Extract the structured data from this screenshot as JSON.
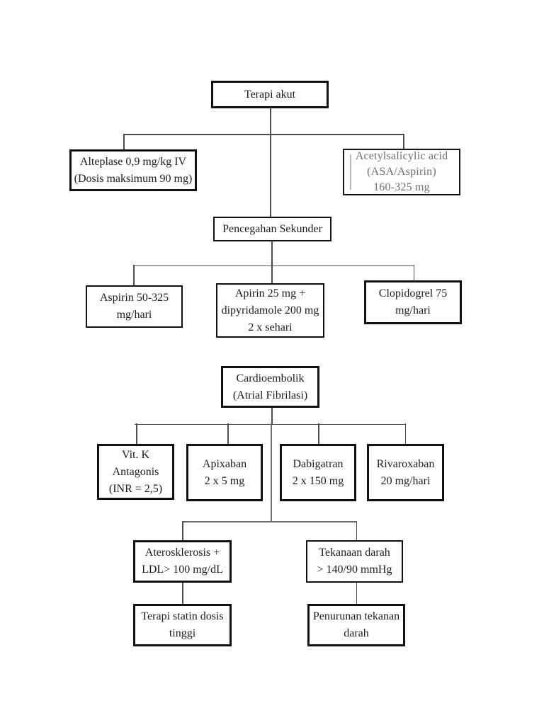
{
  "title": "Terapi akut — alur terapi stroke (flowchart)",
  "colors": {
    "background": "#ffffff",
    "box_border": "#111111",
    "text": "#1c1c1c",
    "muted_text": "#707070",
    "connector": "#4d4d4d"
  },
  "nodes": {
    "terapi_akut": {
      "lines": [
        "Terapi akut"
      ]
    },
    "alteplase": {
      "lines": [
        "Alteplase 0,9 mg/kg IV",
        "(Dosis maksimum 90 mg)"
      ]
    },
    "asa": {
      "lines": [
        "Acetylsalicylic acid",
        "(ASA/Aspirin)",
        "160-325 mg"
      ]
    },
    "pencegahan_sekunder": {
      "lines": [
        "Pencegahan Sekunder"
      ]
    },
    "aspirin": {
      "lines": [
        "Aspirin 50-325",
        "mg/hari"
      ]
    },
    "apirin_dipyridamole": {
      "lines": [
        "Apirin 25 mg +",
        "dipyridamole 200 mg",
        "2 x sehari"
      ]
    },
    "clopidogrel": {
      "lines": [
        "Clopidogrel 75",
        "mg/hari"
      ]
    },
    "cardioembolik": {
      "lines": [
        "Cardioembolik",
        "(Atrial Fibrilasi)"
      ]
    },
    "vit_k_antagonis": {
      "lines": [
        "Vit. K",
        "Antagonis",
        "(INR = 2,5)"
      ]
    },
    "apixaban": {
      "lines": [
        "Apixaban",
        "2 x 5 mg"
      ]
    },
    "dabigatran": {
      "lines": [
        "Dabigatran",
        "2 x 150 mg"
      ]
    },
    "rivaroxaban": {
      "lines": [
        "Rivaroxaban",
        "20 mg/hari"
      ]
    },
    "aterosklerosis": {
      "lines": [
        "Aterosklerosis +",
        "LDL> 100 mg/dL"
      ]
    },
    "tekanan_darah": {
      "lines": [
        "Tekanaan darah",
        "> 140/90 mmHg"
      ]
    },
    "terapi_statin": {
      "lines": [
        "Terapi statin dosis",
        "tinggi"
      ]
    },
    "penurunan_tekanan": {
      "lines": [
        "Penurunan tekanan",
        "darah"
      ]
    }
  }
}
